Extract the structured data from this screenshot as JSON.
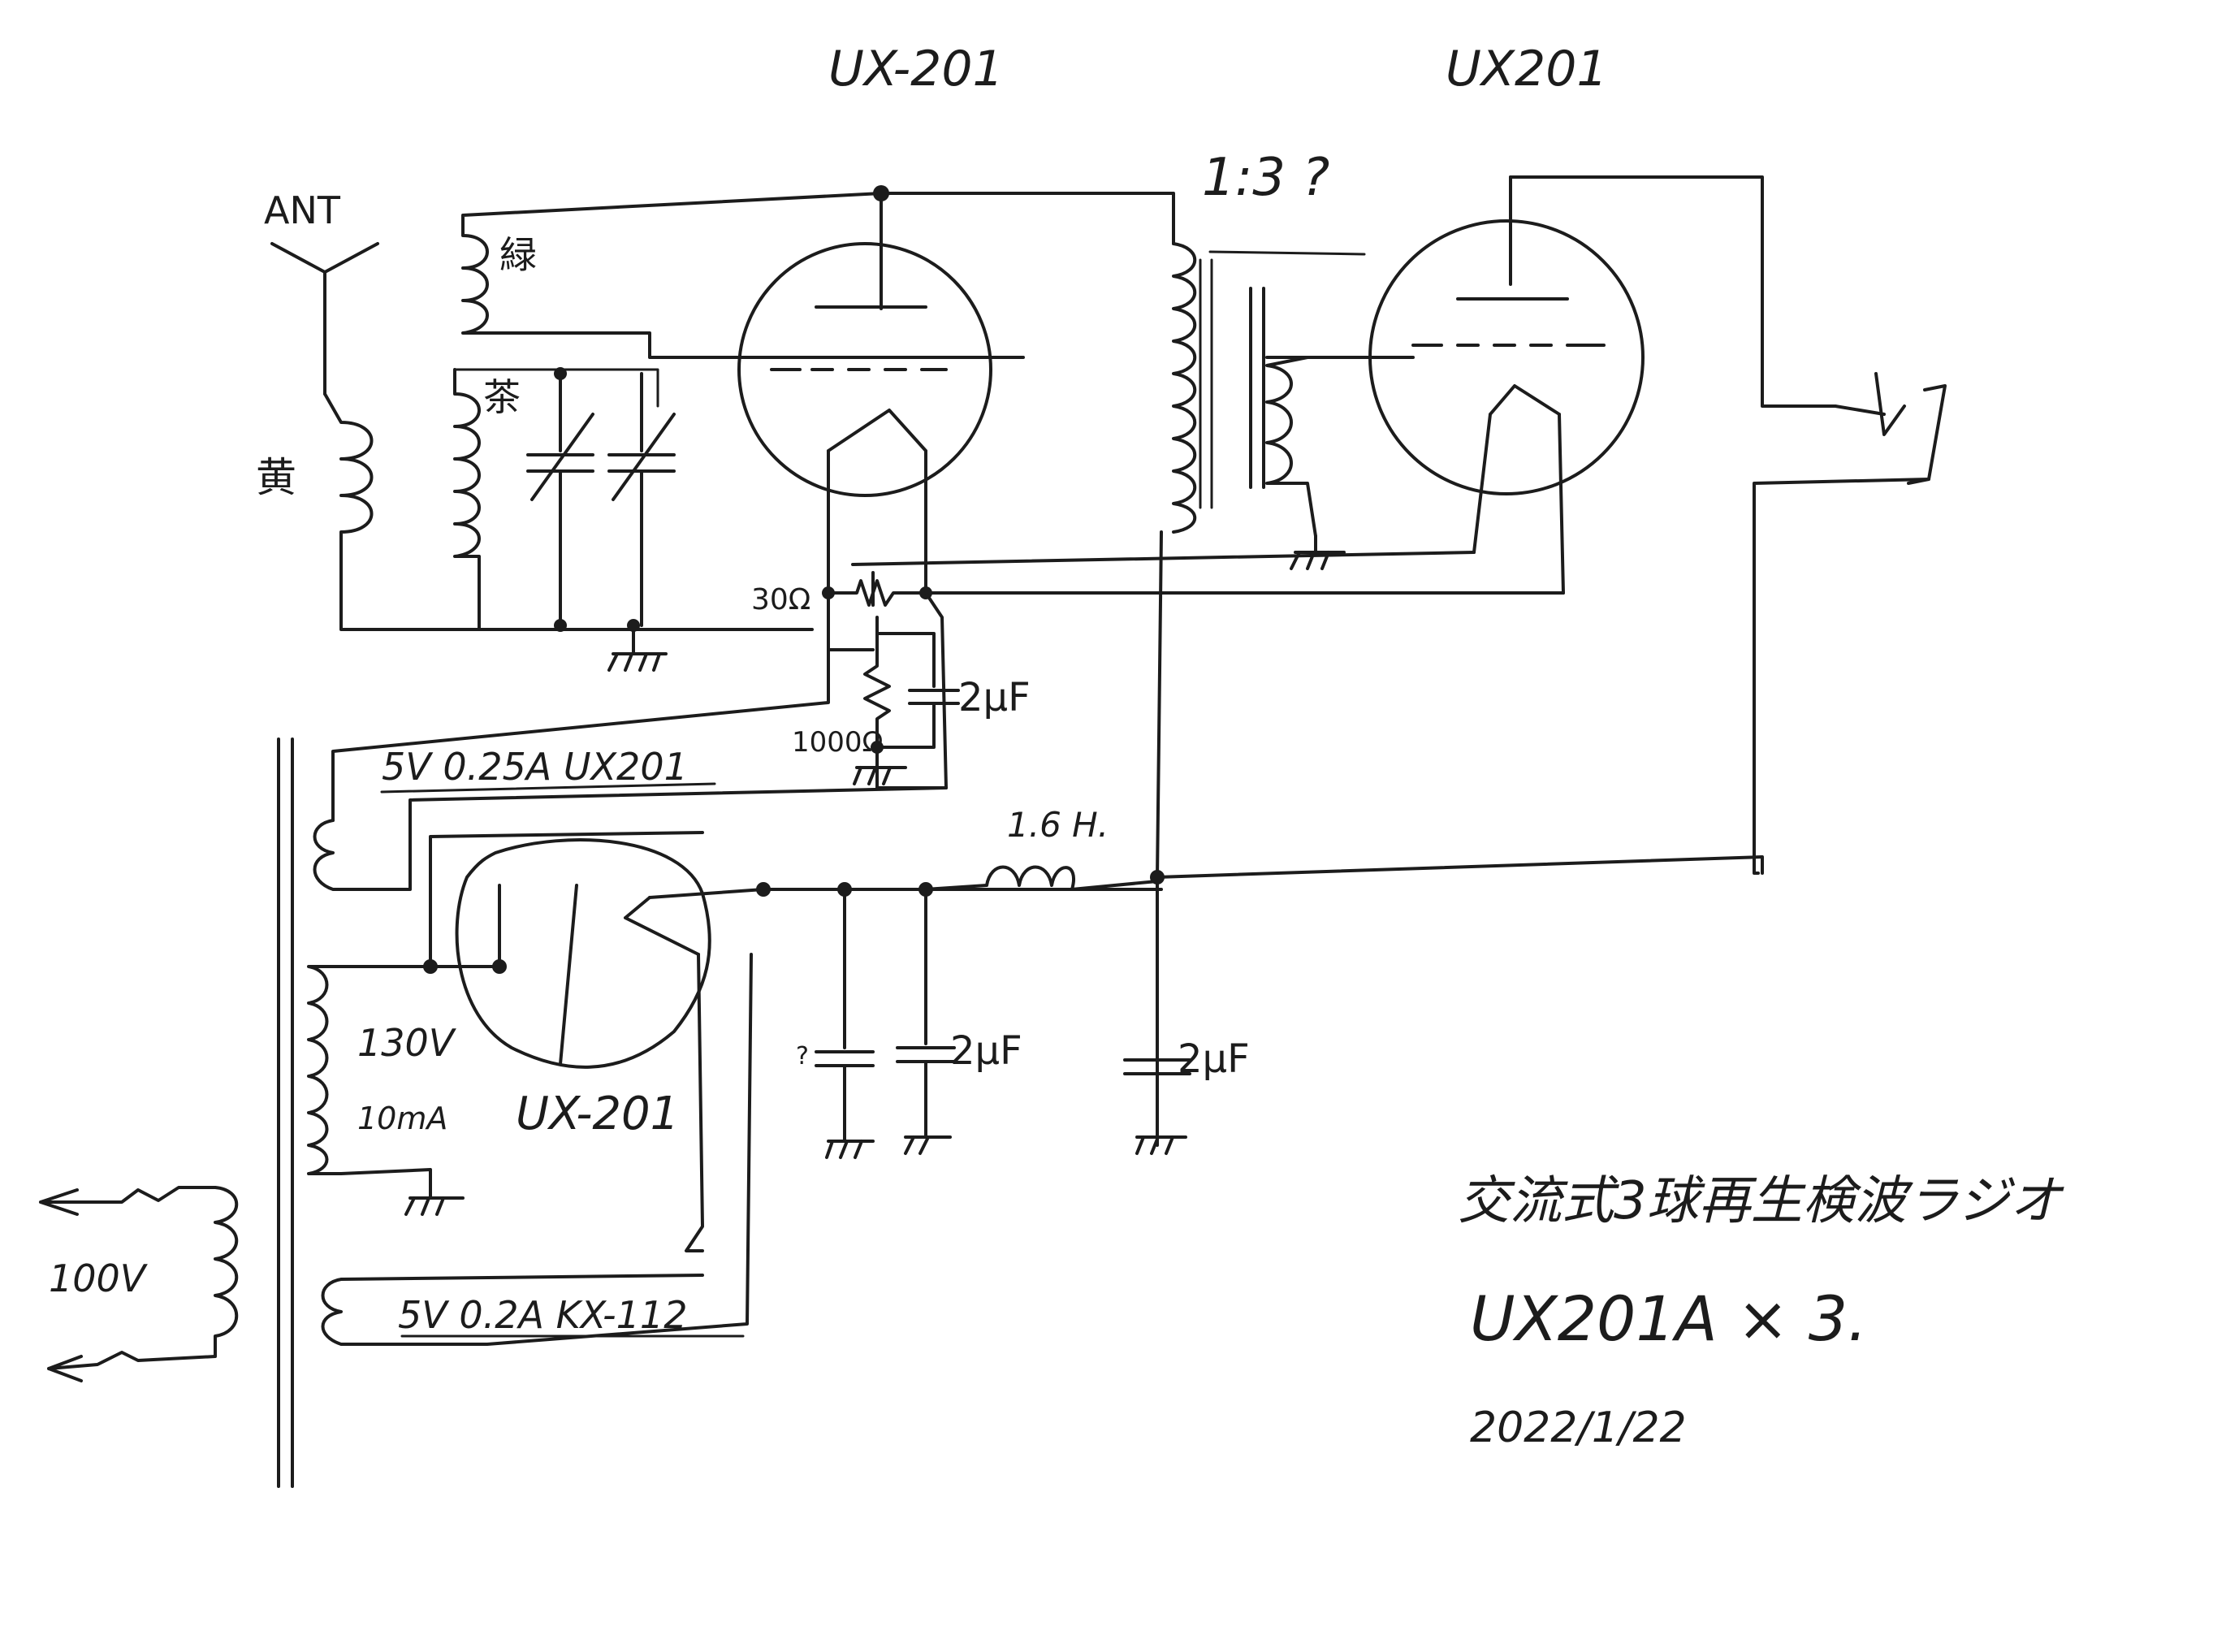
{
  "labels": {
    "tube_top_left": "UX-201",
    "tube_top_right": "UX201",
    "tube_rectifier": "UX-201",
    "antenna": "ANT",
    "coil_green": "緑",
    "coil_yellow": "黄",
    "coil_tuned": "茶",
    "transformer_ratio": "1:3 ?",
    "resistor_30": "30Ω",
    "resistor_1000": "1000Ω",
    "cap_cathode": "2μF",
    "filament_winding_1": "5V 0.25A UX201",
    "choke": "1.6 H.",
    "secondary_130": "130V",
    "secondary_10ma": "10mA",
    "filament_winding_2": "5V 0.2A KX-112",
    "mains": "100V",
    "cap_filter_1": "2μF",
    "cap_filter_2": "2μF",
    "cap_unknown": "?"
  },
  "title_block": {
    "title": "交流式3球再生検波ラジオ",
    "tubes": "UX201A × 3.",
    "date": "2022/1/22"
  }
}
